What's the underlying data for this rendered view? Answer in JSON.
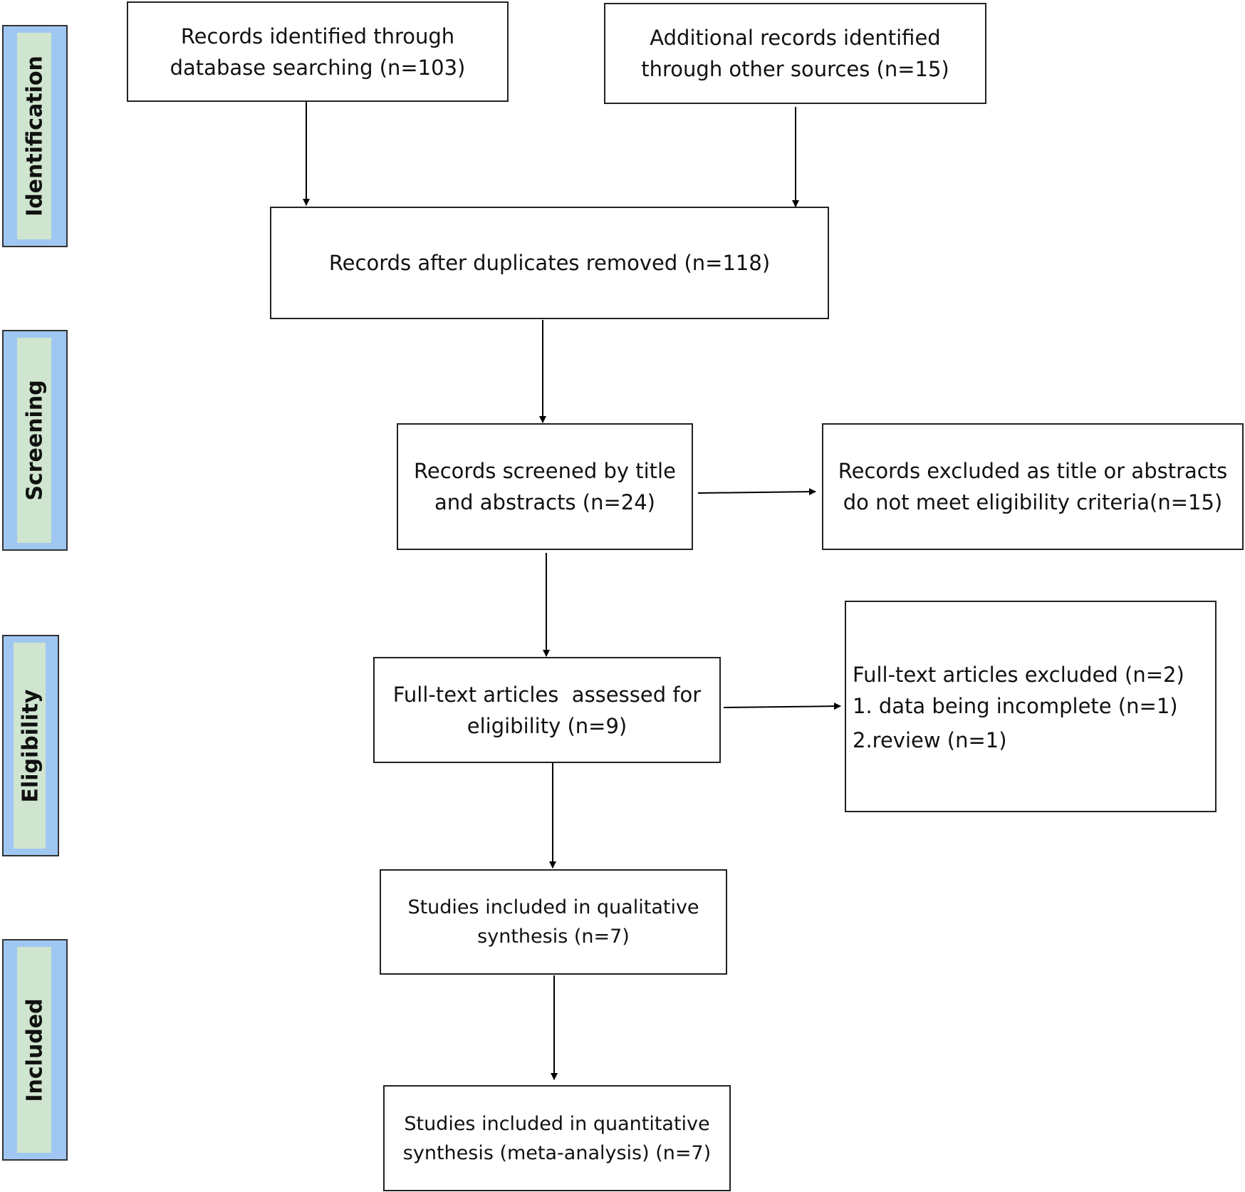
{
  "stages": [
    {
      "label": "Identification"
    },
    {
      "label": "Screening"
    },
    {
      "label": "Eligibility"
    },
    {
      "label": "Included"
    }
  ],
  "boxes": {
    "database_search": {
      "lines": [
        "Records identified through",
        "database searching (n=103)"
      ]
    },
    "other_sources": {
      "lines": [
        "Additional records identified",
        "through other sources (n=15)"
      ]
    },
    "after_duplicates": {
      "lines": [
        "Records after duplicates removed (n=118)"
      ]
    },
    "screened": {
      "lines": [
        "Records screened by title",
        "and abstracts (n=24)"
      ]
    },
    "excluded_screening": {
      "lines": [
        "Records excluded as title or abstracts",
        "do not meet eligibility criteria(n=15)"
      ]
    },
    "full_text_assessed": {
      "lines": [
        "Full-text articles  assessed for",
        "eligibility (n=9)"
      ]
    },
    "full_text_excluded": {
      "lines": [
        "Full-text articles excluded (n=2)",
        "1. data being incomplete (n=1)",
        "2.review (n=1)"
      ]
    },
    "qualitative": {
      "lines": [
        "Studies included in qualitative",
        "synthesis (n=7)"
      ]
    },
    "quantitative": {
      "lines": [
        "Studies included in quantitative",
        "synthesis (meta-analysis) (n=7)"
      ]
    }
  },
  "colors": {
    "stage_border": "#9fc7f2",
    "stage_fill": "#cfe5cf",
    "box_border": "#222222",
    "arrow": "#000000"
  }
}
